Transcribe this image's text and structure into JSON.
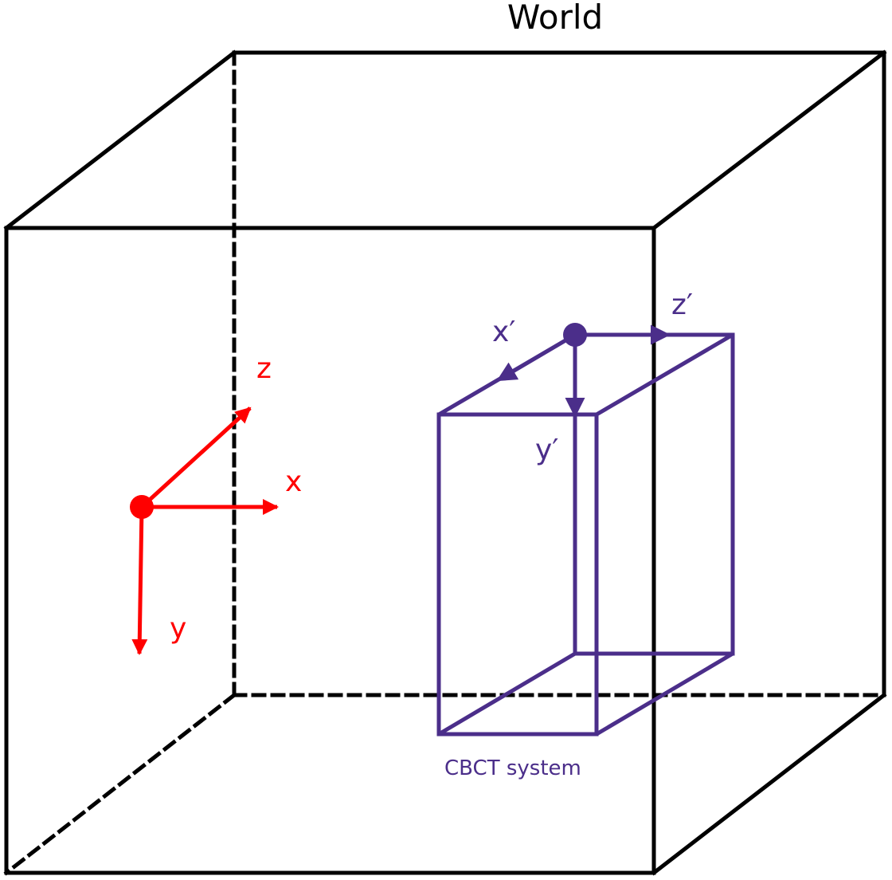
{
  "world": {
    "title": "World",
    "edge_color": "#000000"
  },
  "world_axes": {
    "color": "#ff0000",
    "x_label": "x",
    "y_label": "y",
    "z_label": "z"
  },
  "cbct": {
    "label": "CBCT system",
    "color": "#4b2e8a",
    "x_label": "x′",
    "y_label": "y′",
    "z_label": "z′"
  }
}
